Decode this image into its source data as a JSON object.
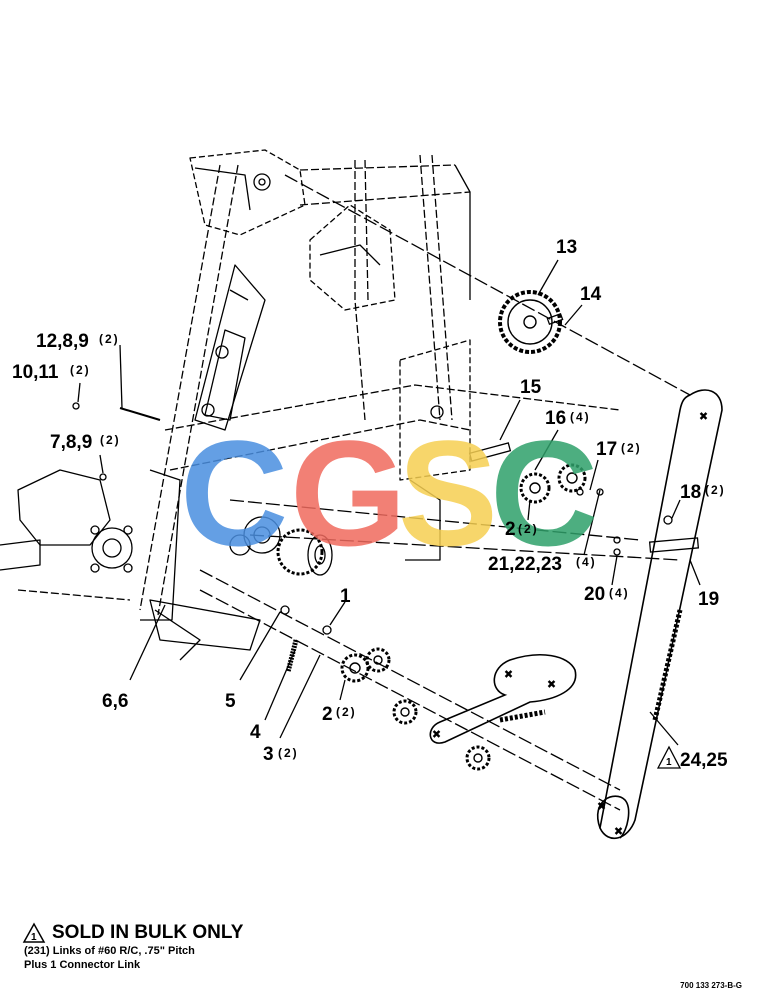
{
  "callouts": {
    "c13": "13",
    "c14": "14",
    "c12": "12,8,9",
    "c12q": "(2)",
    "c10": "10,11",
    "c10q": "(2)",
    "c7": "7,8,9",
    "c7q": "(2)",
    "c15": "15",
    "c16": "16",
    "c16q": "(4)",
    "c17": "17",
    "c17q": "(2)",
    "c18": "18",
    "c18q": "(2)",
    "c2a": "2",
    "c2aq": "(2)",
    "c21": "21,22,23",
    "c21q": "(4)",
    "c20": "20",
    "c20q": "(4)",
    "c19": "19",
    "c1": "1",
    "c6": "6,6",
    "c5": "5",
    "c4": "4",
    "c2b": "2",
    "c2bq": "(2)",
    "c3": "3",
    "c3q": "(2)",
    "c24": "24,25",
    "c24flag": "1"
  },
  "watermark": {
    "letters": [
      "C",
      "G",
      "S",
      "C"
    ],
    "colors": [
      "#4a8fe0",
      "#f06a5e",
      "#f6cf52",
      "#2fa06a"
    ]
  },
  "footer": {
    "flag": "1",
    "sold_label": "SOLD IN BULK ONLY",
    "line1": "(231) Links of #60 R/C, .75\" Pitch",
    "line2": "Plus 1 Connector Link"
  },
  "drawing_code": "700 133 273-B-G"
}
